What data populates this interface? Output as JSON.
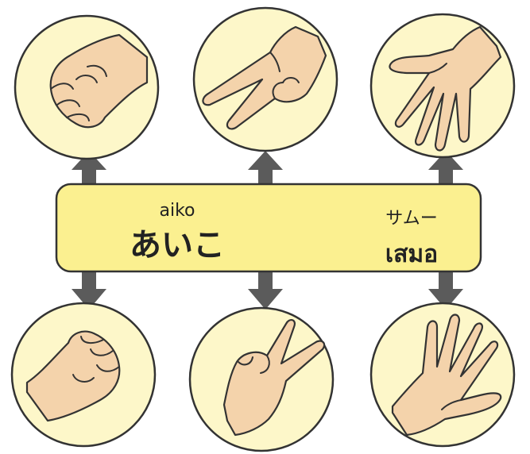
{
  "banner": {
    "japanese_romaji": "aiko",
    "japanese_word": "あいこ",
    "thai_reading": "サムー",
    "thai_word": "เสมอ"
  },
  "hands_top": [
    "rock-icon",
    "scissors-icon",
    "paper-icon"
  ],
  "hands_bottom": [
    "rock-icon",
    "scissors-icon",
    "paper-icon"
  ],
  "colors": {
    "circle_fill": "#fdf7c9",
    "banner_fill": "#fbf090",
    "skin": "#f4d3ab",
    "arrow": "#5b5b5b",
    "outline": "#333333"
  }
}
